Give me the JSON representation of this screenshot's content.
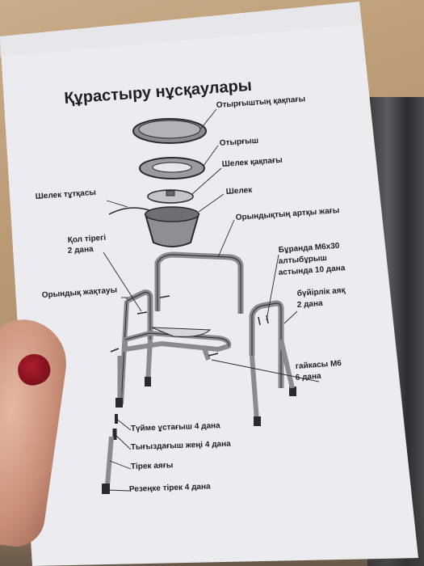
{
  "document": {
    "title": "Құрастыру нұсқаулары",
    "labels": {
      "seat_lid": "Отырғыштың қақпағы",
      "seat": "Отырғыш",
      "bucket_lid": "Шелек қақпағы",
      "bucket_handle": "Шелек тұтқасы",
      "bucket": "Шелек",
      "seat_back": "Орындықтың артқы жағы",
      "armrest_line1": "Қол тірегі",
      "armrest_line2": "2 дана",
      "bolt_line1": "Бұранда М6х30",
      "bolt_line2": "алтыбұрыш",
      "bolt_line3": "астында 10 дана",
      "seat_side": "Орындық жақтауы",
      "side_leg_line1": "бүйірлік аяқ",
      "side_leg_line2": "2 дана",
      "nut_line1": "гайкасы М6",
      "nut_line2": "6 дана",
      "button_clip": "Түйме ұстағыш 4 дана",
      "seal_sleeve": "Тығыздағыш жеңі 4 дана",
      "support_leg": "Тірек аяғы",
      "rubber_foot": "Резеңке тірек 4 дана"
    }
  },
  "colors": {
    "paper": "#eeeef2",
    "ink": "#1e1e22",
    "nail": "#9a1626"
  }
}
